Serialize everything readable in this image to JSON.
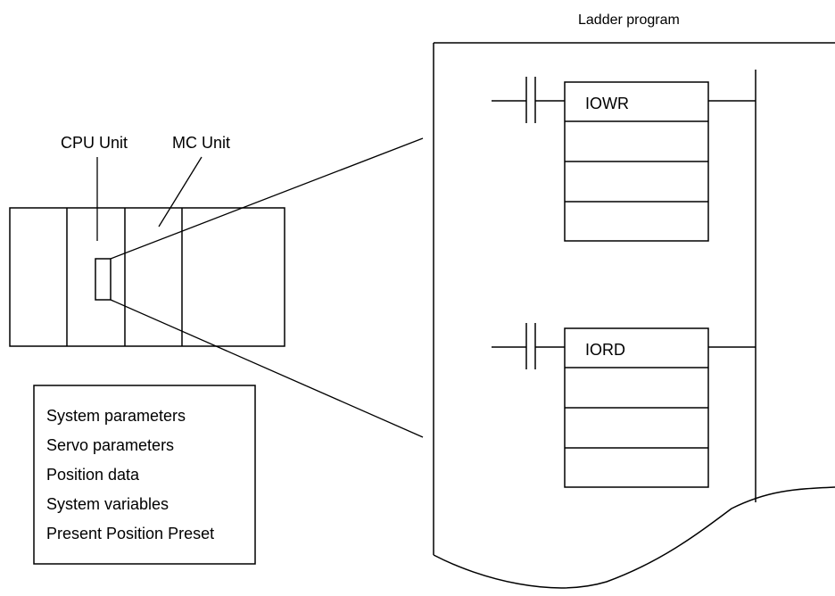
{
  "diagram": {
    "ladder_title": "Ladder program",
    "cpu_label": "CPU Unit",
    "mc_label": "MC Unit",
    "instructions": [
      {
        "name": "IOWR"
      },
      {
        "name": "IORD"
      }
    ],
    "data_items": [
      "System parameters",
      "Servo parameters",
      "Position data",
      "System variables",
      "Present Position Preset"
    ]
  }
}
